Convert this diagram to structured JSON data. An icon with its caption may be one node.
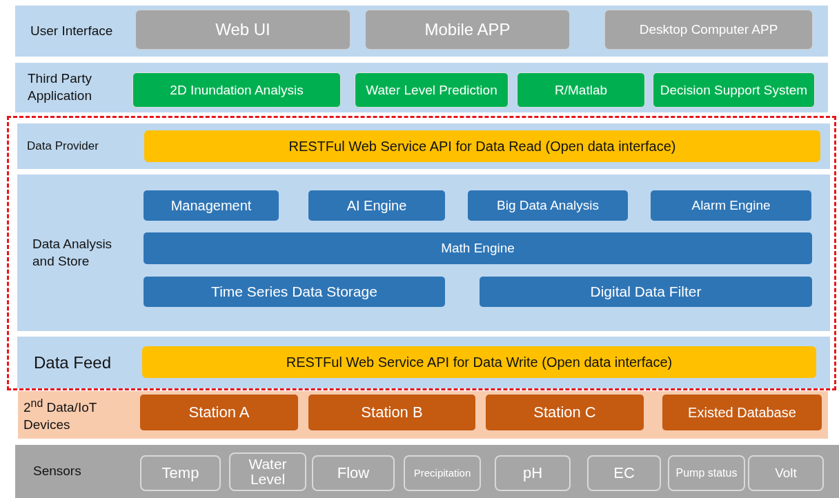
{
  "diagram": {
    "nodes": [
      {
        "text": [
          "User Interface"
        ]
      },
      {
        "text": [
          "Web UI"
        ],
        "in": 0
      },
      {
        "text": [
          "Mobile APP"
        ],
        "in": 0
      },
      {
        "text": [
          "Desktop Computer APP"
        ],
        "in": 0
      },
      {
        "text": [
          "Third Party Application"
        ]
      },
      {
        "text": [
          "2D Inundation Analysis"
        ],
        "in": 4
      },
      {
        "text": [
          "Water Level Prediction"
        ],
        "in": 4
      },
      {
        "text": [
          "R/Matlab"
        ],
        "in": 4
      },
      {
        "text": [
          "Decision Support System"
        ],
        "in": 4
      },
      {
        "text": [],
        "shape": "box"
      },
      {
        "text": [
          "Data Provider"
        ],
        "in": 9
      },
      {
        "text": [
          "RESTFul Web Service API for Data Read (Open data interface)"
        ],
        "in": 10
      },
      {
        "text": [
          "Data Analysis and Store"
        ],
        "in": 9
      },
      {
        "text": [
          "Management"
        ],
        "in": 12
      },
      {
        "text": [
          "AI Engine"
        ],
        "in": 12
      },
      {
        "text": [
          "Big Data Analysis"
        ],
        "in": 12
      },
      {
        "text": [
          "Alarm Engine"
        ],
        "in": 12
      },
      {
        "text": [
          "Math Engine"
        ],
        "in": 12
      },
      {
        "text": [
          "Time Series Data Storage"
        ],
        "in": 12
      },
      {
        "text": [
          "Digital Data Filter"
        ],
        "in": 12
      },
      {
        "text": [
          "Data Feed"
        ],
        "in": 9
      },
      {
        "text": [
          "RESTFul Web Service API for Data Write (Open data interface)"
        ],
        "in": 20
      },
      {
        "text": [
          "2$^{nd}$ Data/IoT Devices"
        ]
      },
      {
        "text": [
          "Station A"
        ],
        "in": 22
      },
      {
        "text": [
          "Station B"
        ],
        "in": 22
      },
      {
        "text": [
          "Station C"
        ],
        "in": 22
      },
      {
        "text": [
          "Existed Database"
        ],
        "in": 22
      },
      {
        "text": [
          "Sensors"
        ]
      },
      {
        "text": [
          "Temp"
        ],
        "in": 27
      },
      {
        "text": [
          "Water Level"
        ],
        "in": 27
      },
      {
        "text": [
          "Flow"
        ],
        "in": 27
      },
      {
        "text": [
          "Precipitation"
        ],
        "in": 27
      },
      {
        "text": [
          "pH"
        ],
        "in": 27
      },
      {
        "text": [
          "EC"
        ],
        "in": 27
      },
      {
        "text": [
          "Pump status"
        ],
        "in": 27
      },
      {
        "text": [
          "Volt"
        ],
        "in": 27
      }
    ],
    "edges": []
  }
}
